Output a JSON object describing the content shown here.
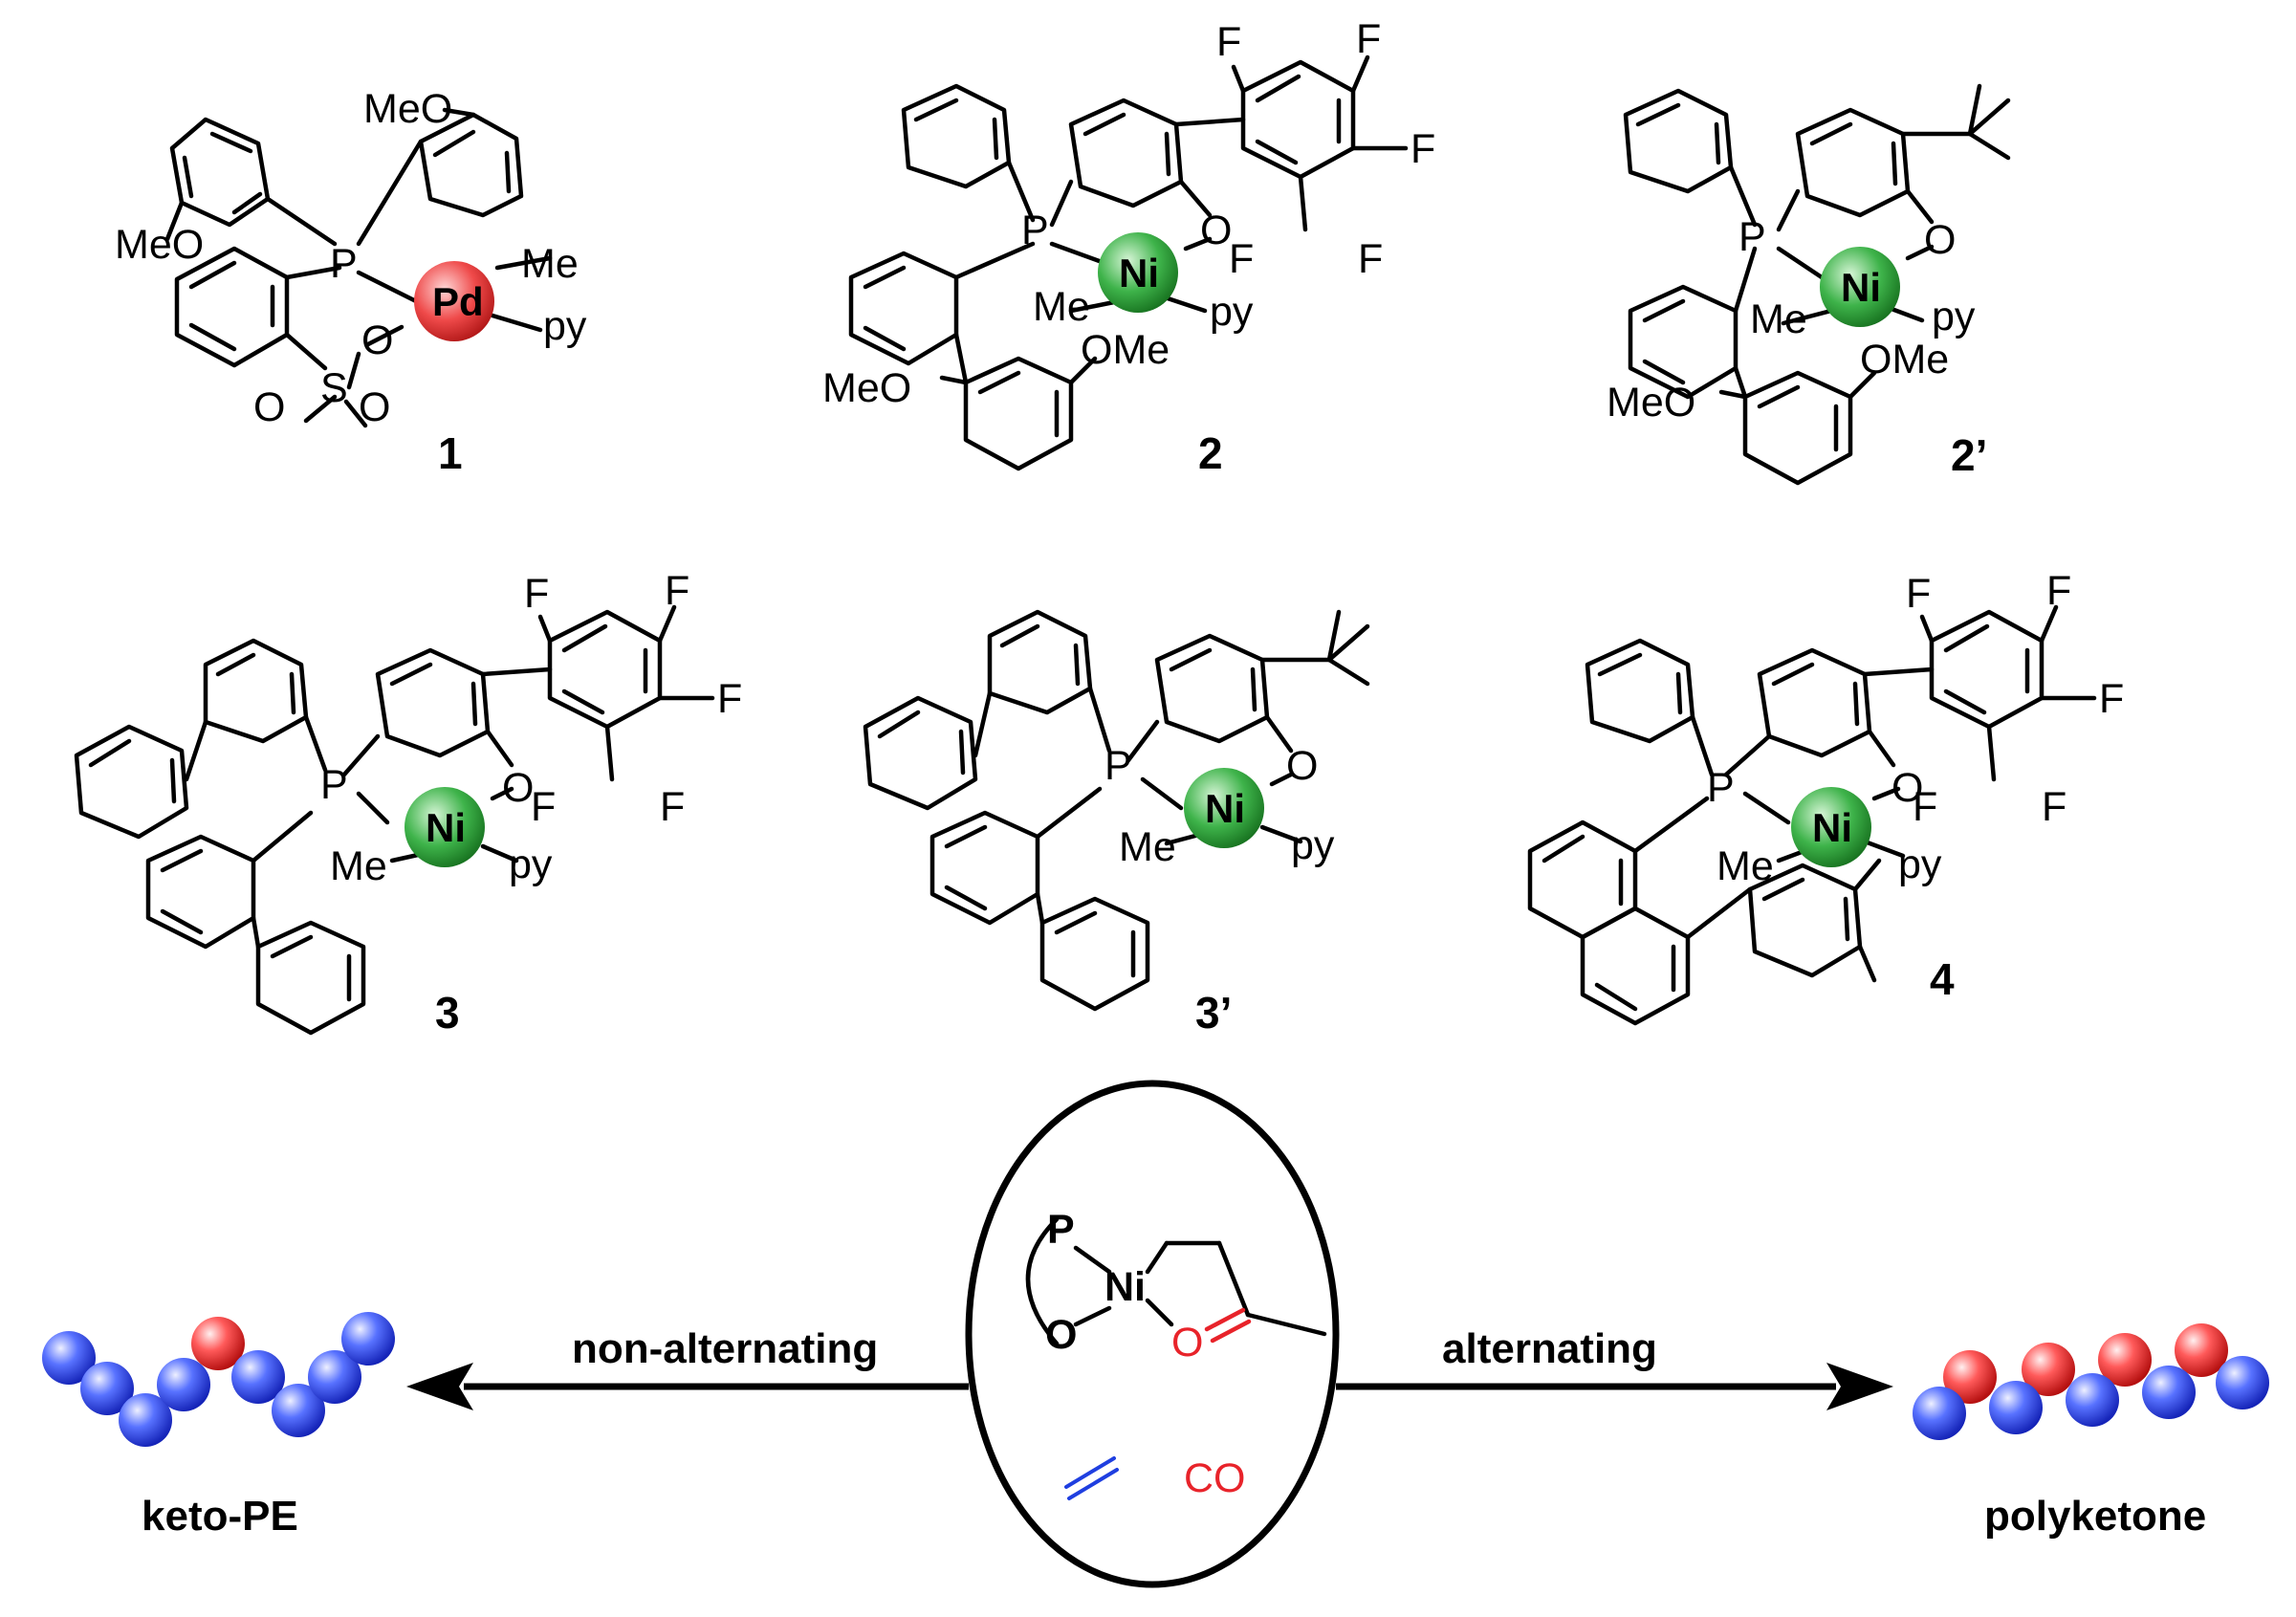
{
  "compounds": [
    {
      "id": "1",
      "metal": "Pd",
      "labels": {
        "ome_top": "MeO",
        "ome_left": "MeO",
        "me": "Me",
        "py": "py",
        "p": "P",
        "o": "O",
        "s": "S",
        "o1": "O",
        "o2": "O"
      }
    },
    {
      "id": "2",
      "metal": "Ni",
      "labels": {
        "p": "P",
        "o": "O",
        "me": "Me",
        "py": "py",
        "ome1": "OMe",
        "ome2": "MeO",
        "f1": "F",
        "f2": "F",
        "f3": "F",
        "f4": "F",
        "f5": "F"
      }
    },
    {
      "id": "2’",
      "metal": "Ni",
      "labels": {
        "p": "P",
        "o": "O",
        "me": "Me",
        "py": "py",
        "ome1": "OMe",
        "ome2": "MeO"
      }
    },
    {
      "id": "3",
      "metal": "Ni",
      "labels": {
        "p": "P",
        "o": "O",
        "me": "Me",
        "py": "py",
        "f1": "F",
        "f2": "F",
        "f3": "F",
        "f4": "F",
        "f5": "F"
      }
    },
    {
      "id": "3’",
      "metal": "Ni",
      "labels": {
        "p": "P",
        "o": "O",
        "me": "Me",
        "py": "py"
      }
    },
    {
      "id": "4",
      "metal": "Ni",
      "labels": {
        "p": "P",
        "o": "O",
        "me": "Me",
        "py": "py",
        "f1": "F",
        "f2": "F",
        "f3": "F",
        "f4": "F",
        "f5": "F"
      }
    }
  ],
  "center": {
    "p": "P",
    "ni": "Ni",
    "o": "O",
    "ko": "O",
    "co": "CO"
  },
  "arrows": {
    "left_label": "non-alternating",
    "right_label": "alternating"
  },
  "products": {
    "left": "keto-PE",
    "right": "polyketone"
  },
  "colors": {
    "pd": "#e8333a",
    "ni": "#2e9e3a",
    "ethylene": "#1f3fe0",
    "carbonyl": "#e8232a",
    "sphere_blue": "#2f4ff0",
    "sphere_red": "#ee2a2a"
  }
}
